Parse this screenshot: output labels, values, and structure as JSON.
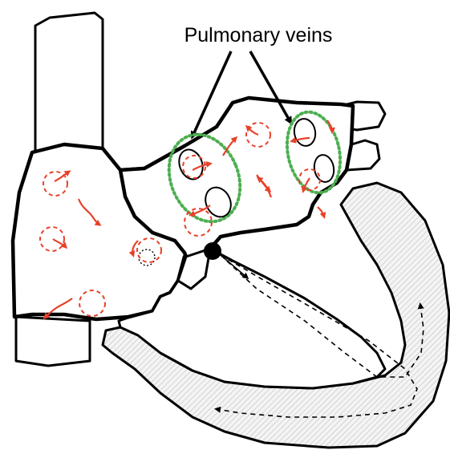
{
  "diagram": {
    "label": "Pulmonary veins"
  },
  "colors": {
    "outline": "#000000",
    "rotor_red": "#e8412a",
    "vein_ring_green": "#4caf50",
    "hatch": "#dddddd",
    "background": "#ffffff"
  },
  "icons": {
    "rotor": "dashed-red-circle",
    "vein_ring": "dotted-green-ellipse",
    "node": "filled-black-dot"
  }
}
